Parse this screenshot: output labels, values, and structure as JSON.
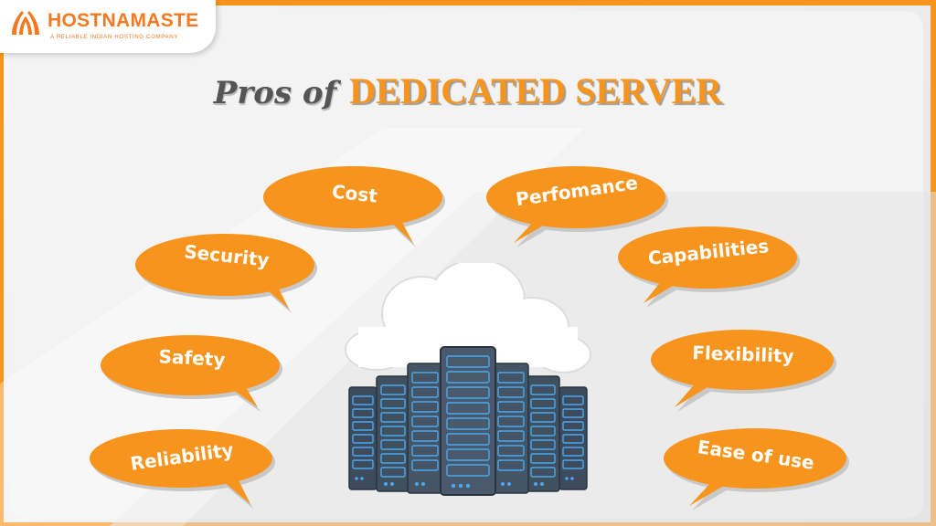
{
  "brand": {
    "name": "HOSTNAMASTE",
    "tagline": "A RELIABLE INDIAN HOSTING COMPANY"
  },
  "title": {
    "prefix": "Pros of",
    "main": "DEDICATED SERVER"
  },
  "benefits": {
    "cost": "Cost",
    "performance": "Perfomance",
    "security": "Security",
    "capabilities": "Capabilities",
    "safety": "Safety",
    "flexibility": "Flexibility",
    "reliability": "Reliability",
    "ease_of_use": "Ease of use"
  },
  "colors": {
    "accent": "#f7941d",
    "server_body": "#3d4b5c",
    "server_led": "#4aa8f0",
    "cloud": "#ffffff"
  },
  "illustration": {
    "icon": "server-cloud-icon"
  }
}
